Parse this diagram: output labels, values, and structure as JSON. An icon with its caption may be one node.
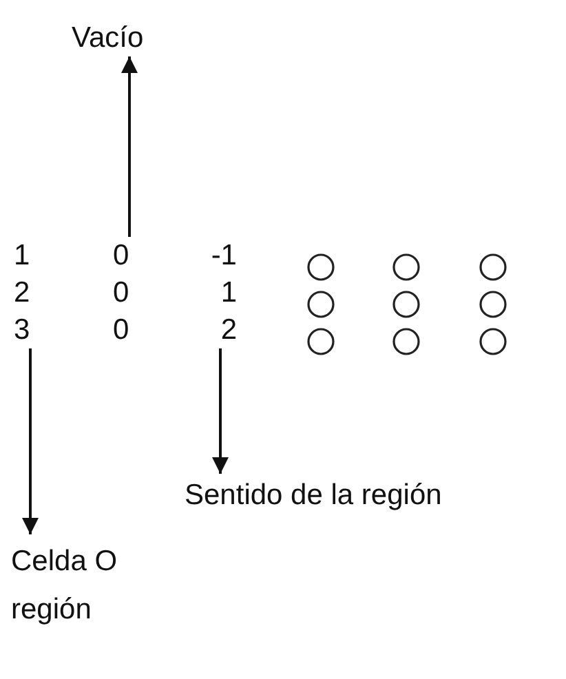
{
  "diagram": {
    "nodes": [
      {
        "text": [
          "Vacío"
        ]
      },
      {
        "text": [
          "1",
          "2",
          "3"
        ]
      },
      {
        "text": [
          "0",
          "0",
          "0"
        ]
      },
      {
        "text": [
          "-1",
          "1",
          "2"
        ]
      },
      {
        "text": [
          "Sentido de la región"
        ]
      },
      {
        "text": [
          "Celda O región"
        ]
      }
    ],
    "edges": [
      {
        "from": 2,
        "to": 0,
        "arrow": "to"
      },
      {
        "from": 1,
        "to": 5,
        "arrow": "to"
      },
      {
        "from": 3,
        "to": 4,
        "arrow": "to"
      }
    ]
  }
}
